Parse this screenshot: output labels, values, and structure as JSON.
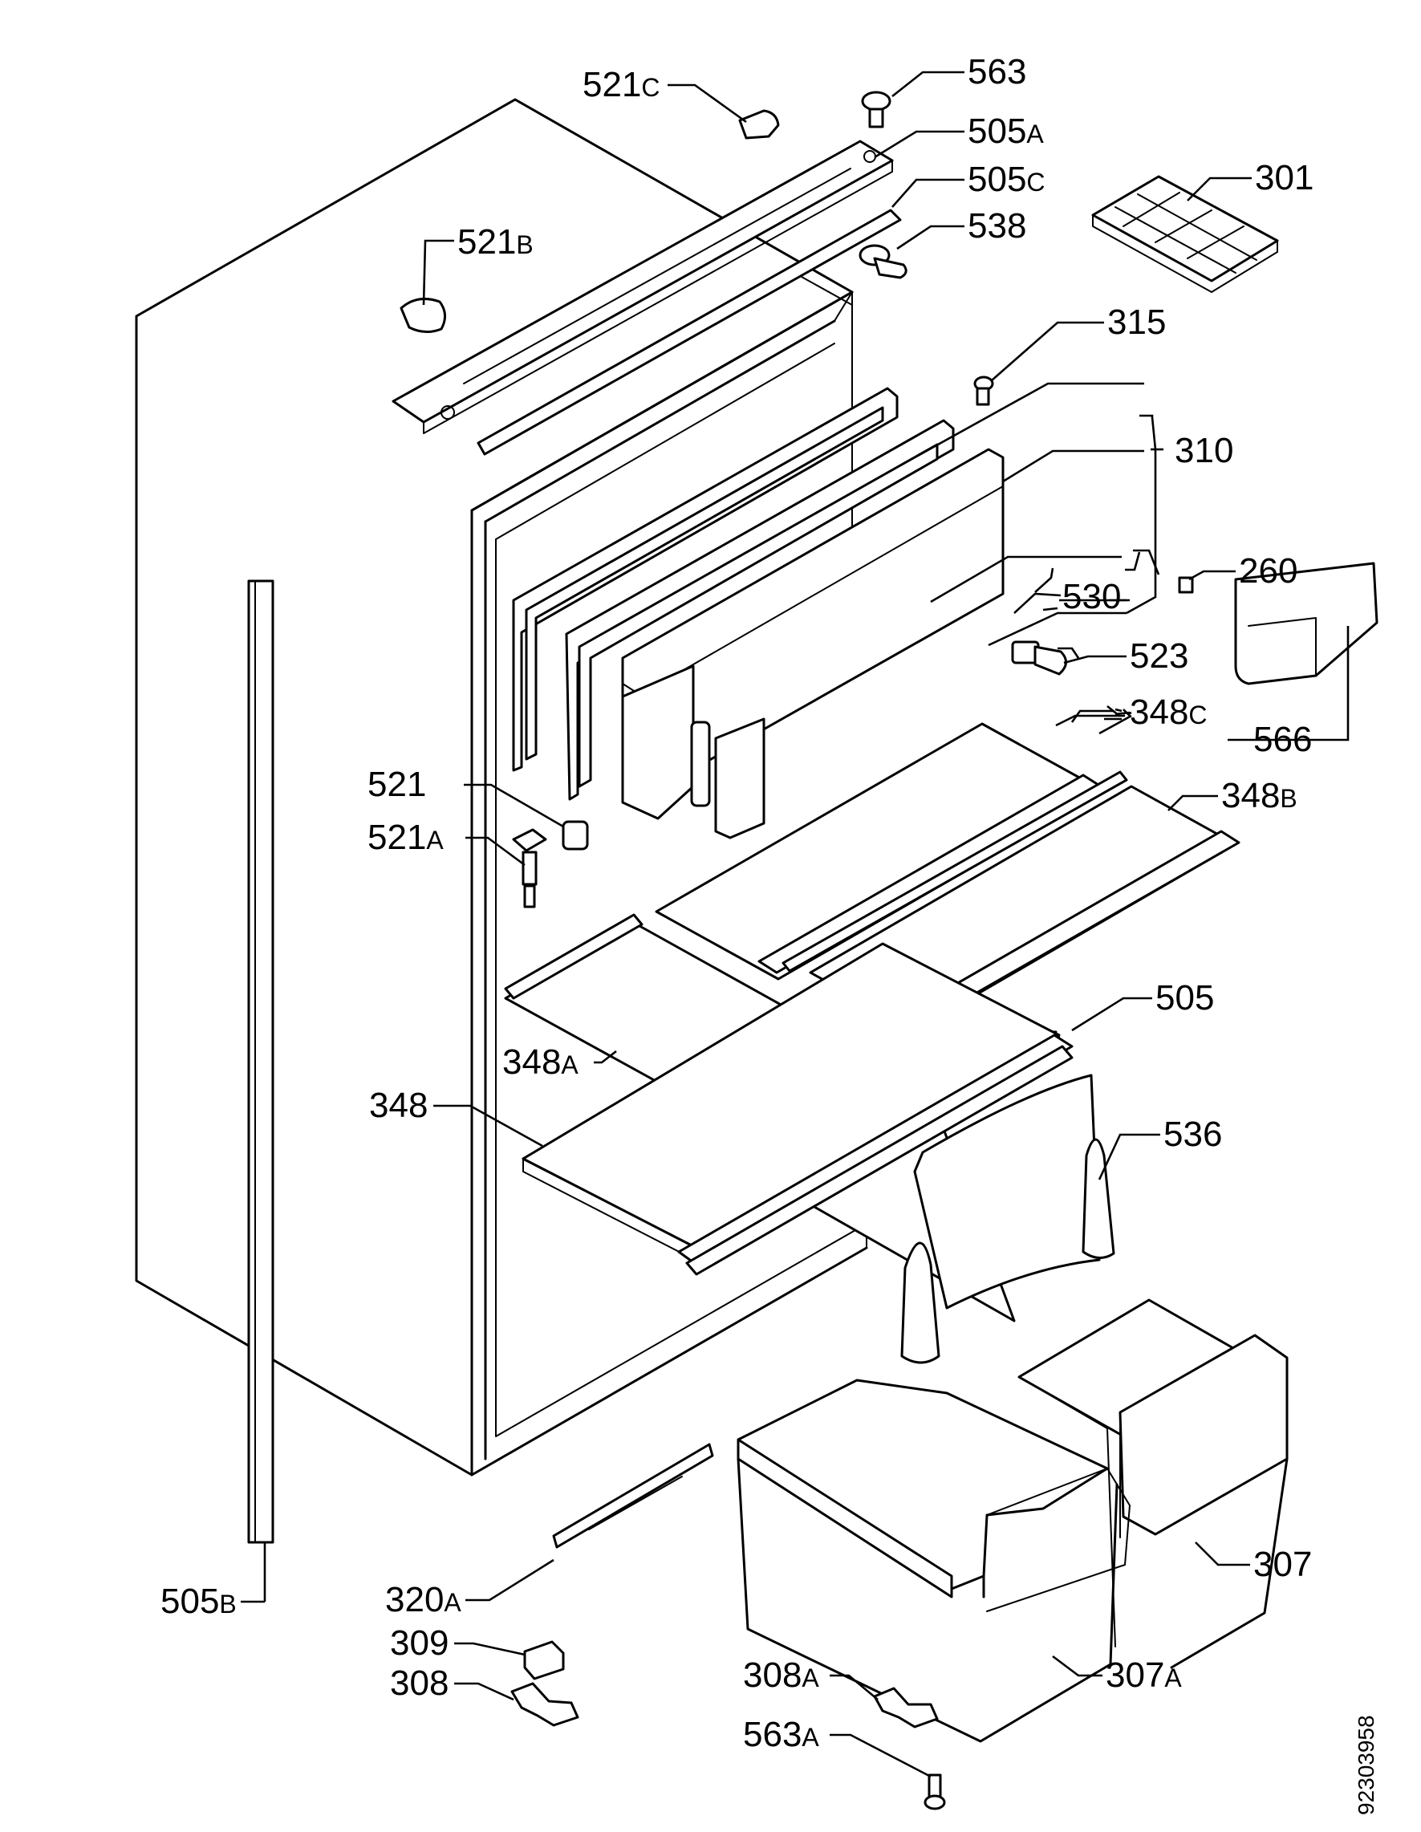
{
  "parts": [
    {
      "id": "p563",
      "label": "563",
      "suffix": ""
    },
    {
      "id": "p521c",
      "label": "521",
      "suffix": "C"
    },
    {
      "id": "p505a",
      "label": "505",
      "suffix": "A"
    },
    {
      "id": "p505c",
      "label": "505",
      "suffix": "C"
    },
    {
      "id": "p301",
      "label": "301",
      "suffix": ""
    },
    {
      "id": "p538",
      "label": "538",
      "suffix": ""
    },
    {
      "id": "p521b",
      "label": "521",
      "suffix": "B"
    },
    {
      "id": "p315",
      "label": "315",
      "suffix": ""
    },
    {
      "id": "p310",
      "label": "310",
      "suffix": ""
    },
    {
      "id": "p260",
      "label": "260",
      "suffix": ""
    },
    {
      "id": "p530",
      "label": "530",
      "suffix": ""
    },
    {
      "id": "p523",
      "label": "523",
      "suffix": ""
    },
    {
      "id": "p348c",
      "label": "348",
      "suffix": "C"
    },
    {
      "id": "p566",
      "label": "566",
      "suffix": ""
    },
    {
      "id": "p521",
      "label": "521",
      "suffix": ""
    },
    {
      "id": "p348b",
      "label": "348",
      "suffix": "B"
    },
    {
      "id": "p521a",
      "label": "521",
      "suffix": "A"
    },
    {
      "id": "p505",
      "label": "505",
      "suffix": ""
    },
    {
      "id": "p348a",
      "label": "348",
      "suffix": "A"
    },
    {
      "id": "p348",
      "label": "348",
      "suffix": ""
    },
    {
      "id": "p536",
      "label": "536",
      "suffix": ""
    },
    {
      "id": "p307",
      "label": "307",
      "suffix": ""
    },
    {
      "id": "p505b",
      "label": "505",
      "suffix": "B"
    },
    {
      "id": "p320a",
      "label": "320",
      "suffix": "A"
    },
    {
      "id": "p307a",
      "label": "307",
      "suffix": "A"
    },
    {
      "id": "p309",
      "label": "309",
      "suffix": ""
    },
    {
      "id": "p308",
      "label": "308",
      "suffix": ""
    },
    {
      "id": "p308a",
      "label": "308",
      "suffix": "A"
    },
    {
      "id": "p563a",
      "label": "563",
      "suffix": "A"
    }
  ],
  "document_number": "92303958"
}
